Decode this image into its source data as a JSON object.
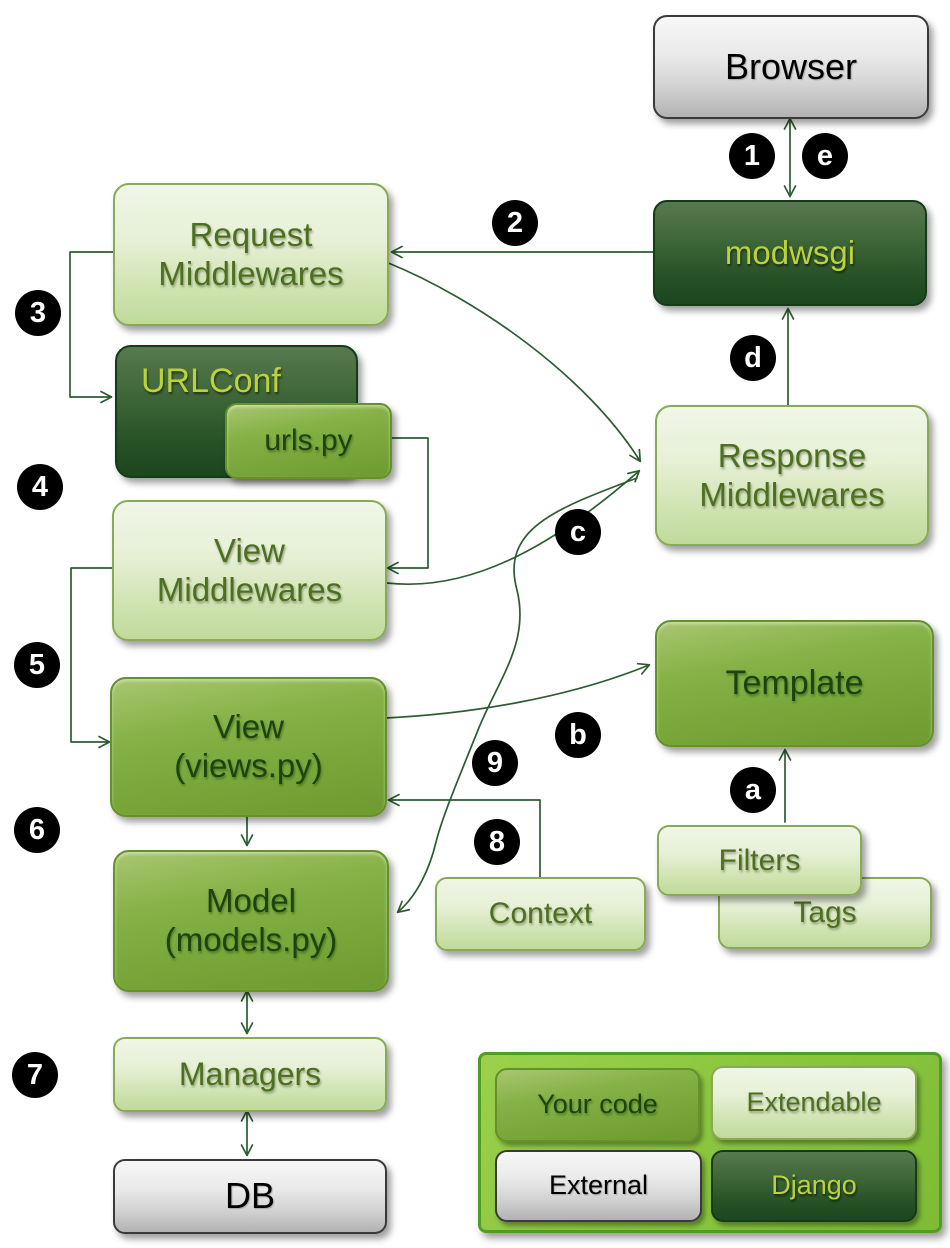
{
  "title": "Django request/response cycle diagram",
  "colors": {
    "background": "#ffffff",
    "connector_line": "#2c5c31",
    "badge_bg": "#000000",
    "badge_text": "#ffffff",
    "box_light_green": "#cfe3b0",
    "box_medium_green": "#77a538",
    "box_dark_green": "#265126",
    "box_gray": "#d2d2d2",
    "legend_panel": "#8cc63f",
    "dark_box_text": "#bcd23b",
    "medium_box_text": "#1d430f",
    "light_box_text": "#4c7020"
  },
  "nodes": {
    "browser": {
      "label": "Browser"
    },
    "modwsgi": {
      "label": "modwsgi"
    },
    "request_mw": {
      "line1": "Request",
      "line2": "Middlewares"
    },
    "urlconf": {
      "label": "URLConf"
    },
    "urls_py": {
      "label": "urls.py"
    },
    "view_mw": {
      "line1": "View",
      "line2": "Middlewares"
    },
    "view": {
      "line1": "View",
      "line2": "(views.py)"
    },
    "model": {
      "line1": "Model",
      "line2": "(models.py)"
    },
    "managers": {
      "label": "Managers"
    },
    "db": {
      "label": "DB"
    },
    "response_mw": {
      "line1": "Response",
      "line2": "Middlewares"
    },
    "template": {
      "label": "Template"
    },
    "filters": {
      "label": "Filters"
    },
    "tags": {
      "label": "Tags"
    },
    "context": {
      "label": "Context"
    }
  },
  "badges": {
    "n1": "1",
    "n2": "2",
    "n3": "3",
    "n4": "4",
    "n5": "5",
    "n6": "6",
    "n7": "7",
    "n8": "8",
    "n9": "9",
    "a": "a",
    "b": "b",
    "c": "c",
    "d": "d",
    "e": "e"
  },
  "legend": {
    "your_code": "Your code",
    "extendable": "Extendable",
    "external": "External",
    "django": "Django"
  }
}
